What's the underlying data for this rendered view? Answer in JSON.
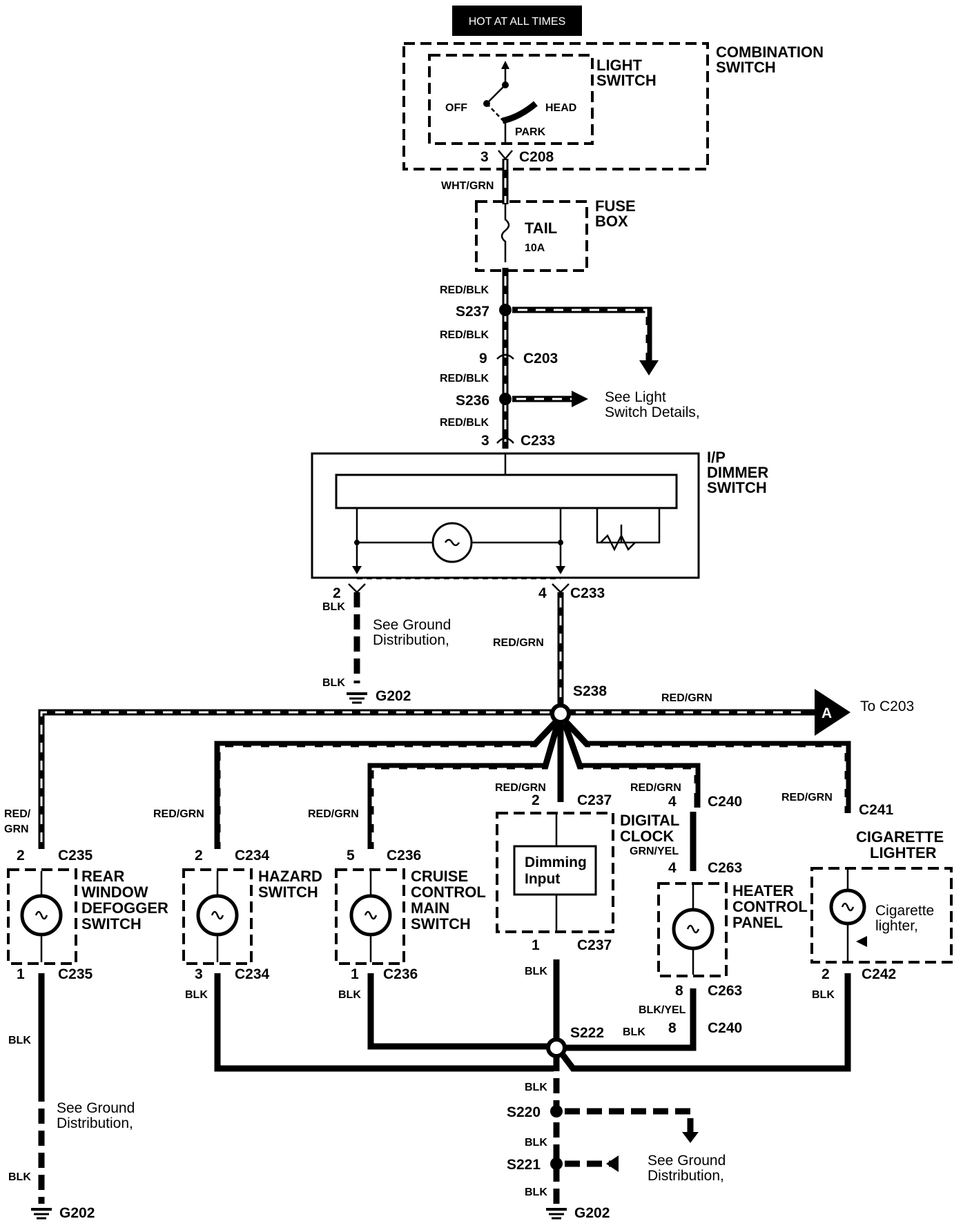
{
  "header": {
    "hot_label": "HOT AT ALL TIMES"
  },
  "components": {
    "combination_switch": "COMBINATION\nSWITCH",
    "light_switch": "LIGHT\nSWITCH",
    "off": "OFF",
    "head": "HEAD",
    "park": "PARK",
    "fuse_box": "FUSE\nBOX",
    "fuse_name": "TAIL",
    "fuse_rating": "10A",
    "dimmer_switch": "I/P\nDIMMER\nSWITCH",
    "rear_window": "REAR\nWINDOW\nDEFOGGER\nSWITCH",
    "hazard": "HAZARD\nSWITCH",
    "cruise": "CRUISE\nCONTROL\nMAIN\nSWITCH",
    "digital_clock": "DIGITAL\nCLOCK",
    "dimming_input": "Dimming\nInput",
    "heater": "HEATER\nCONTROL\nPANEL",
    "cigarette": "CIGARETTE\nLIGHTER",
    "cigarette_inner": "Cigarette\nlighter,"
  },
  "notes": {
    "see_light": "See Light\nSwitch Details,",
    "see_ground_1": "See Ground\nDistribution,",
    "see_ground_2": "See Ground\nDistribution,",
    "see_ground_3": "See Ground\nDistribution,",
    "to_c203": "To C203",
    "arrow_a": "A"
  },
  "connectors": {
    "c208": "C208",
    "c208_pin": "3",
    "c203": "C203",
    "c203_pin": "9",
    "c233_top": "C233",
    "c233_top_pin": "3",
    "c233_l_pin": "2",
    "c233_r": "C233",
    "c233_r_pin": "4",
    "c235_top": "C235",
    "c235_top_pin": "2",
    "c235_bot": "C235",
    "c235_bot_pin": "1",
    "c234_top": "C234",
    "c234_top_pin": "2",
    "c234_bot": "C234",
    "c234_bot_pin": "3",
    "c236_top": "C236",
    "c236_top_pin": "5",
    "c236_bot": "C236",
    "c236_bot_pin": "1",
    "c237_top": "C237",
    "c237_top_pin": "2",
    "c237_bot": "C237",
    "c237_bot_pin": "1",
    "c240_top": "C240",
    "c240_top_pin": "4",
    "c240_bot": "C240",
    "c240_bot_pin": "8",
    "c263_top": "C263",
    "c263_top_pin": "4",
    "c263_bot": "C263",
    "c263_bot_pin": "8",
    "c241": "C241",
    "c242": "C242",
    "c242_pin": "2"
  },
  "splices": {
    "s237": "S237",
    "s236": "S236",
    "s238": "S238",
    "s222": "S222",
    "s220": "S220",
    "s221": "S221"
  },
  "grounds": {
    "g202_a": "G202",
    "g202_b": "G202",
    "g202_c": "G202"
  },
  "wires": {
    "wht_grn": "WHT/GRN",
    "red_blk_1": "RED/BLK",
    "red_blk_2": "RED/BLK",
    "red_blk_3": "RED/BLK",
    "red_blk_4": "RED/BLK",
    "blk_dimmer": "BLK",
    "blk_g202a": "BLK",
    "red_grn_dimmer": "RED/GRN",
    "red_grn_bus": "RED/GRN",
    "red_grn_rear": "RED/\nGRN",
    "red_grn_hazard": "RED/GRN",
    "red_grn_cruise": "RED/GRN",
    "red_grn_clock": "RED/GRN",
    "red_grn_heater": "RED/GRN",
    "red_grn_cig": "RED/GRN",
    "grn_yel": "GRN/YEL",
    "blk_yel": "BLK/YEL",
    "blk_hazard": "BLK",
    "blk_cruise": "BLK",
    "blk_clock": "BLK",
    "blk_heater": "BLK",
    "blk_cig": "BLK",
    "blk_rear_1": "BLK",
    "blk_rear_2": "BLK",
    "blk_s222": "BLK",
    "blk_s220": "BLK",
    "blk_s221": "BLK"
  }
}
